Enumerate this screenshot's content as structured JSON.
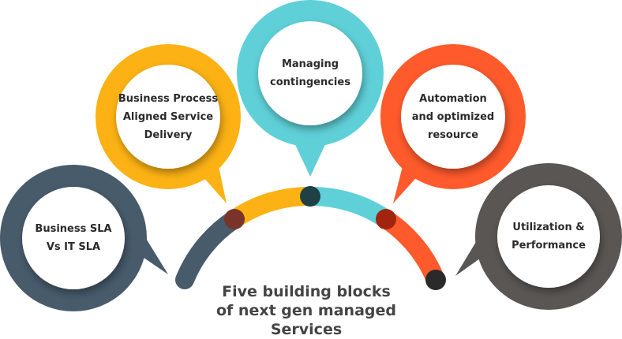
{
  "title": "Five building blocks\nof next gen managed\nServices",
  "blocks": [
    {
      "label": "Business SLA\nVs IT SLA",
      "color": "#475b6b"
    },
    {
      "label": "Business Process\nAligned Service\nDelivery",
      "color": "#fcb214"
    },
    {
      "label": "Managing\ncontingencies",
      "color": "#5fd0d8"
    },
    {
      "label": "Automation\nand optimized\nresource",
      "color": "#ff5a2c"
    },
    {
      "label": "Utilization &\nPerformance",
      "color": "#5a5653"
    }
  ],
  "arc_dots": [
    "#7a3328",
    "#1f4045",
    "#a0240e",
    "#2a2a2a"
  ]
}
